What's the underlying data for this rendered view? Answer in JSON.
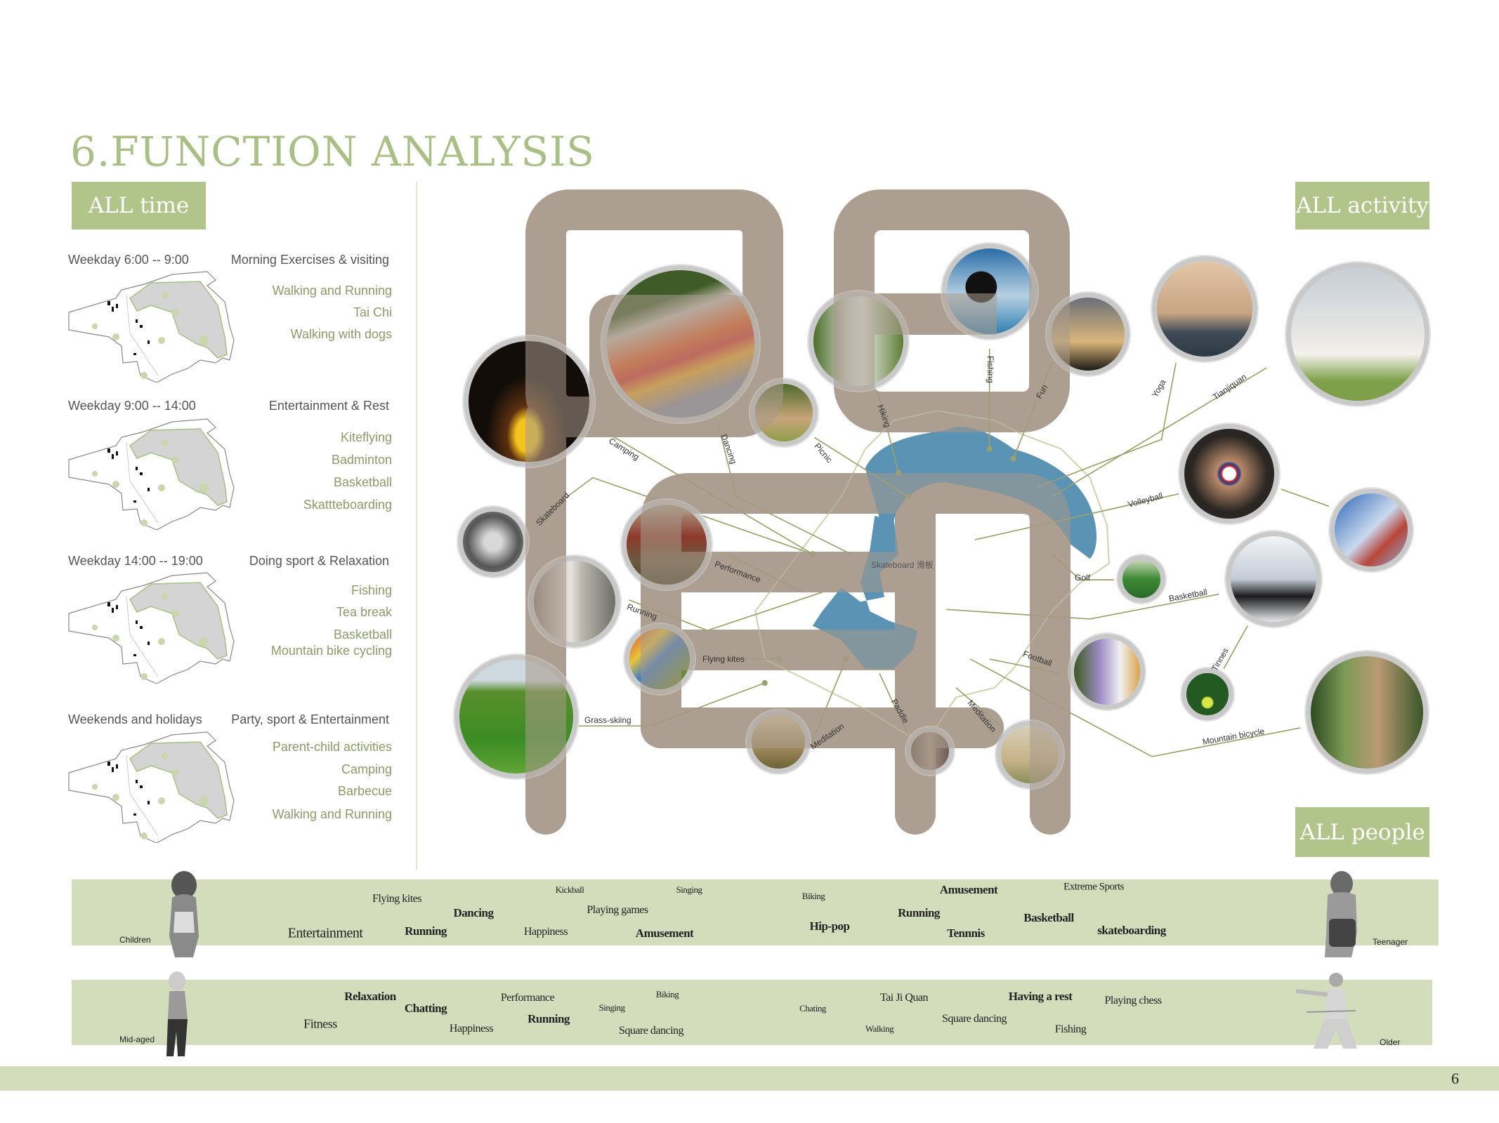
{
  "title": "6.FUNCTION ANALYSIS",
  "boxes": {
    "time": "ALL time",
    "activity": "ALL activity",
    "people": "ALL people"
  },
  "time_periods": [
    {
      "time": "Weekday 6:00 -- 9:00",
      "theme": "Morning Exercises & visiting",
      "activities": [
        "Walking and Running",
        "Tai Chi",
        "Walking with dogs"
      ]
    },
    {
      "time": "Weekday 9:00 -- 14:00",
      "theme": "Entertainment & Rest",
      "activities": [
        "Kiteflying",
        "Badminton",
        "Basketball",
        "Skattteboarding"
      ]
    },
    {
      "time": "Weekday 14:00 -- 19:00",
      "theme": "Doing sport & Relaxation",
      "activities": [
        "Fishing",
        "Tea break",
        "Basketball",
        "Mountain bike cycling"
      ]
    },
    {
      "time": "Weekends and holidays",
      "theme": "Party, sport & Entertainment",
      "activities": [
        "Parent-child activities",
        "Camping",
        "Barbecue",
        "Walking and Running"
      ]
    }
  ],
  "activity_labels": {
    "camping": "Camping",
    "dancing": "Dancing",
    "picnic": "Picnic",
    "hiking": "Hiking",
    "fishing": "Fishing",
    "fun": "Fun",
    "yoga": "Yoga",
    "tianjiquan": "Tianjiquan",
    "volleyball": "Volleyball",
    "golf": "Golf",
    "basketball": "Basketball",
    "football": "Football",
    "tennis": "Tinnes",
    "mountain_bicycle": "Mountain bicycle",
    "skateboard": "Skateboard",
    "performance": "Performance",
    "running": "Running",
    "flying_kites": "Flying kites",
    "grass_skiing": "Grass-skiing",
    "meditation": "Meditation",
    "paddle": "Paddle",
    "meditation_2": "Meditation",
    "skateboard_zone": "Skateboard 滑板"
  },
  "people": {
    "children": {
      "label": "Children",
      "words": [
        "Flying kites",
        "Dancing",
        "Entertainment",
        "Running",
        "Kickball",
        "Playing games",
        "Happiness",
        "Singing",
        "Amusement"
      ]
    },
    "teenager": {
      "label": "Teenager",
      "words": [
        "Biking",
        "Hip-pop",
        "Amusement",
        "Running",
        "Tennnis",
        "Extreme Sports",
        "Basketball",
        "skateboarding"
      ]
    },
    "mid_aged": {
      "label": "Mid-aged",
      "words": [
        "Relaxation",
        "Chatting",
        "Fitness",
        "Performance",
        "Happiness",
        "Running",
        "Biking",
        "Singing",
        "Square dancing"
      ]
    },
    "older": {
      "label": "Older",
      "words": [
        "Chating",
        "Tai Ji Quan",
        "Walking",
        "Having a rest",
        "Square dancing",
        "Playing chess",
        "Fishing"
      ]
    }
  },
  "page_number": "6",
  "colors": {
    "accent_green": "#b1c48a",
    "band": "#d3dcbb",
    "path_brown": "#b2a496",
    "lake_blue": "#5a93b3",
    "leader": "#9aa06a"
  }
}
